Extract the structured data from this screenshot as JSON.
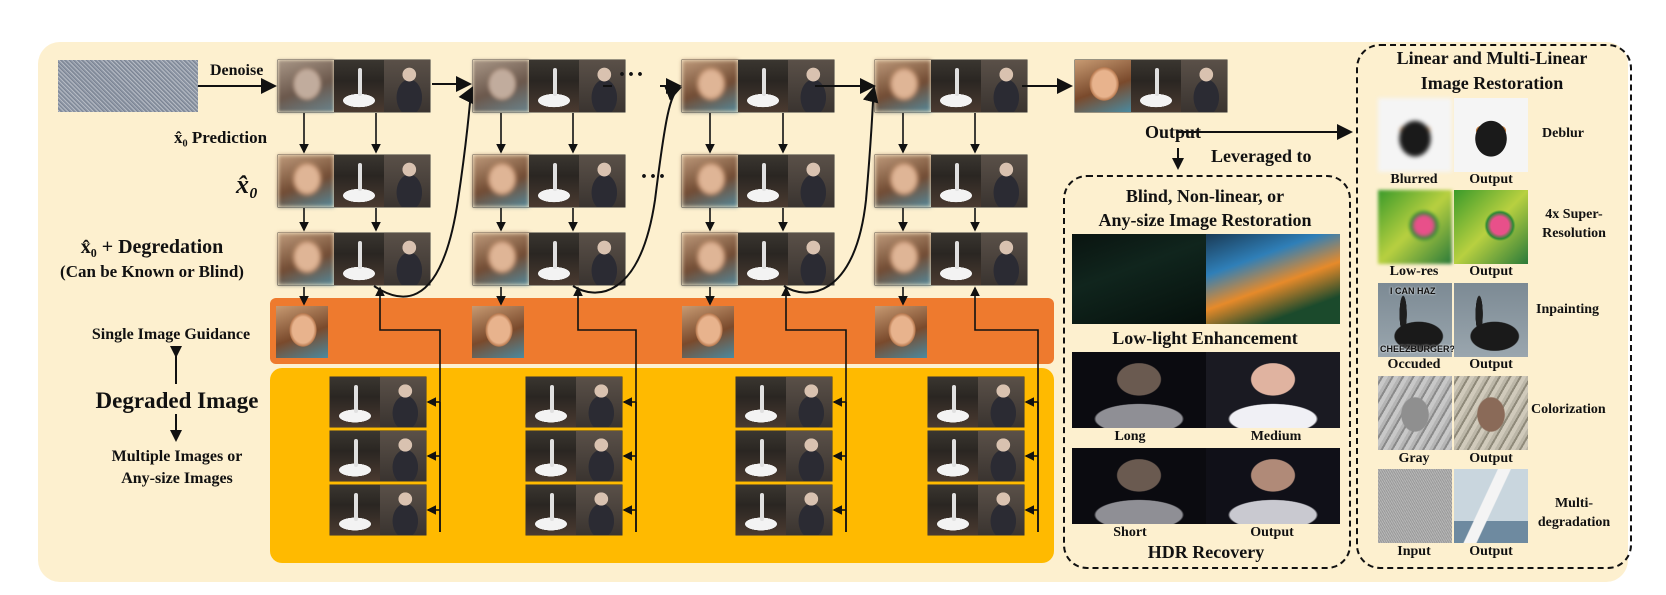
{
  "labels": {
    "denoise": "Denoise",
    "x0_prediction": "x̂₀ Prediction",
    "x0": "x̂₀",
    "x0_degradation": "x̂₀ + Degredation",
    "can_be_known": "(Can be Known or Blind)",
    "single_image_guidance": "Single Image Guidance",
    "degraded_image": "Degraded Image",
    "multiple_images": "Multiple Images or",
    "any_size_images": "Any-size Images",
    "ellipsis": "···",
    "output": "Output",
    "leveraged_to": "Leveraged to"
  },
  "blind_section": {
    "title_line1": "Blind, Non-linear, or",
    "title_line2": "Any-size Image Restoration",
    "lowlight_title": "Low-light Enhancement",
    "lowlight_left": "Long",
    "lowlight_right": "Medium",
    "hdr_left": "Short",
    "hdr_right": "Output",
    "hdr_title": "HDR Recovery"
  },
  "linear_section": {
    "title_line1": "Linear and Multi-Linear",
    "title_line2": "Image Restoration",
    "tasks": [
      {
        "task": "Deblur",
        "left": "Blurred",
        "right": "Output"
      },
      {
        "task": "4x Super-",
        "task2": "Resolution",
        "left": "Low-res",
        "right": "Output"
      },
      {
        "task": "Inpainting",
        "left": "Occuded",
        "right": "Output"
      },
      {
        "task": "Colorization",
        "left": "Gray",
        "right": "Output"
      },
      {
        "task": "Multi-",
        "task2": "degradation",
        "left": "Input",
        "right": "Output"
      }
    ],
    "inpaint_overlay_top": "I CAN HAZ",
    "inpaint_overlay_bottom": "CHEEZBURGER?"
  },
  "colors": {
    "panel_bg": "#fdf0cf",
    "guidance_band": "#ee7a2e",
    "degraded_band": "#ffba00"
  }
}
